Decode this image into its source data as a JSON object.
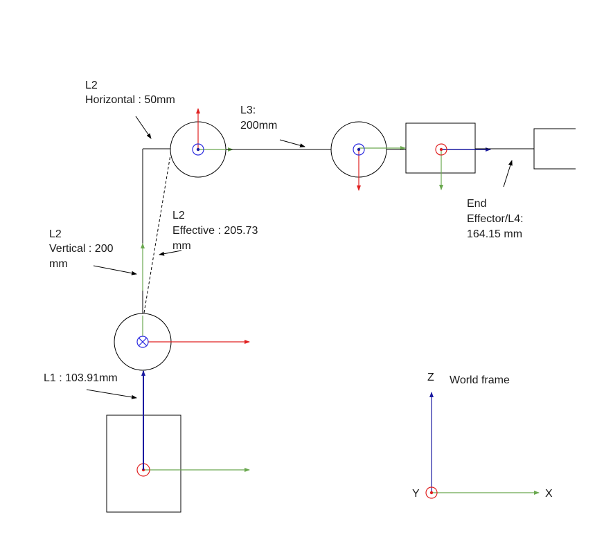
{
  "labels": {
    "l2_horizontal": [
      "L2",
      "Horizontal : 50mm"
    ],
    "l3": [
      "L3:",
      "200mm"
    ],
    "l2_effective": [
      "L2",
      "Effective : 205.73",
      "mm"
    ],
    "l2_vertical": [
      "L2",
      "Vertical : 200",
      "mm"
    ],
    "l1": [
      "L1 : 103.91mm"
    ],
    "end_effector": [
      "End",
      "Effector/L4:",
      "164.15 mm"
    ]
  },
  "world_frame": {
    "title": "World frame",
    "z": "Z",
    "y": "Y",
    "x": "X"
  },
  "colors": {
    "x_axis": "#6aa84f",
    "y_axis": "#e02020",
    "z_axis": "#1a1aa0",
    "joint_rotation": "#2a2ae0",
    "line": "#000000"
  }
}
